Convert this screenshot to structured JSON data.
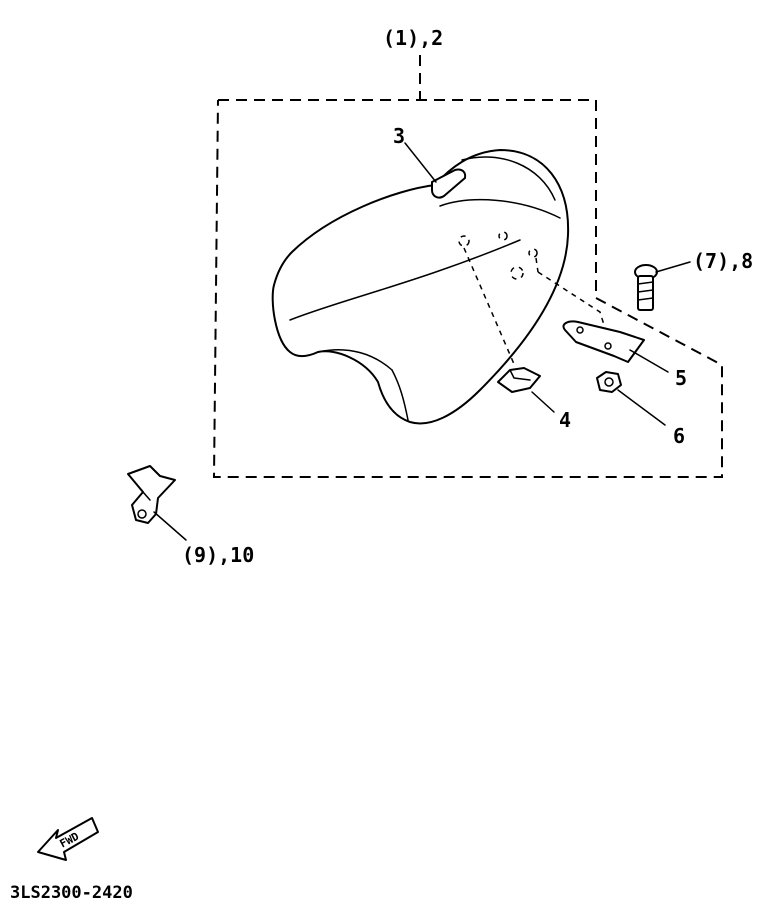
{
  "callouts": {
    "seat_assembly": "(1),2",
    "part_3": "3",
    "bolt": "(7),8",
    "part_5": "5",
    "part_4": "4",
    "part_6": "6",
    "bracket": "(9),10"
  },
  "fwd_badge": "FWD",
  "drawing_code": "3LS2300-2420"
}
